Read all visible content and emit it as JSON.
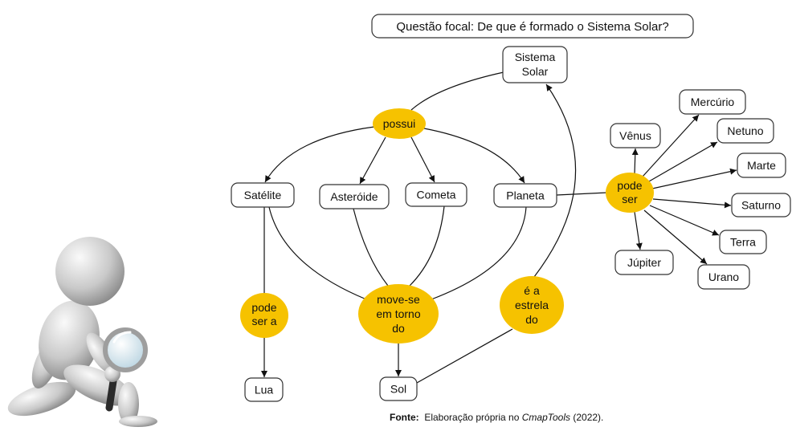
{
  "focal_question": "Questão focal: De que é formado o Sistema Solar?",
  "concepts": {
    "sistema_solar": [
      "Sistema",
      "Solar"
    ],
    "satelite": "Satélite",
    "asteroide": "Asteróide",
    "cometa": "Cometa",
    "planeta": "Planeta",
    "venus": "Vênus",
    "mercurio": "Mercúrio",
    "netuno": "Netuno",
    "marte": "Marte",
    "saturno": "Saturno",
    "terra": "Terra",
    "urano": "Urano",
    "jupiter": "Júpiter",
    "lua": "Lua",
    "sol": "Sol"
  },
  "linking_phrases": {
    "possui": "possui",
    "pode_ser": [
      "pode",
      "ser"
    ],
    "pode_ser_a": [
      "pode",
      "ser a"
    ],
    "move_se_em_torno_do": [
      "move-se",
      "em torno",
      "do"
    ],
    "e_a_estrela_do": [
      "é a",
      "estrela",
      "do"
    ]
  },
  "caption": {
    "label": "Fonte:",
    "text": "Elaboração própria no",
    "tool": "CmapTools",
    "year": "(2022)."
  },
  "colors": {
    "linking_phrase_fill": "#f6c200",
    "concept_border": "#333333",
    "connector": "#111111",
    "background": "#ffffff"
  }
}
